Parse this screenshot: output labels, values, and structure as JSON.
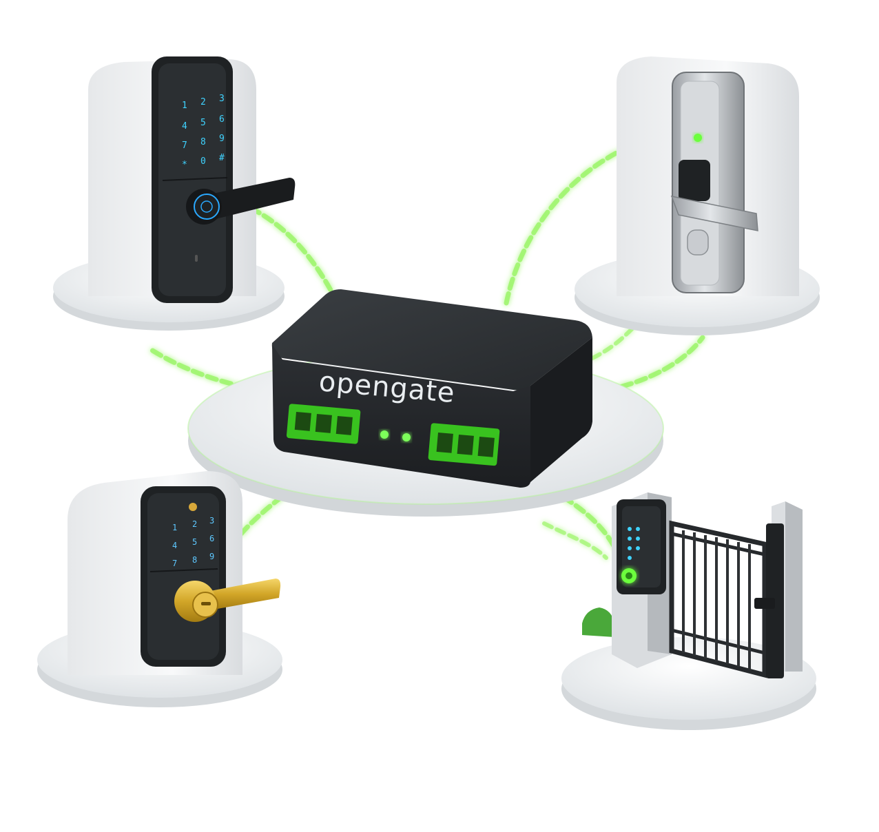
{
  "hub": {
    "brand_label": "opengate"
  },
  "keypad_top_left": {
    "keys": [
      "1",
      "2",
      "3",
      "4",
      "5",
      "6",
      "7",
      "8",
      "9",
      "*",
      "0",
      "#"
    ]
  },
  "keypad_bottom_left": {
    "keys": [
      "1",
      "2",
      "3",
      "4",
      "5",
      "6",
      "7",
      "8",
      "9"
    ]
  },
  "colors": {
    "link_glow": "#9cf56a",
    "port_green": "#39c21f",
    "led_green": "#7dff5a",
    "hub_body": "#2a2d30",
    "pedestal": "#eef0f2"
  },
  "icons": [
    "smart-lock-keypad-icon",
    "smart-lock-fingerprint-icon",
    "deadbolt-keypad-icon",
    "gate-access-icon",
    "hub-device-icon"
  ]
}
